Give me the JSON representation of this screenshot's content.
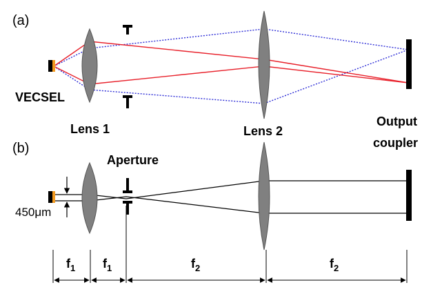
{
  "panels": {
    "a": {
      "tag": "(a)"
    },
    "b": {
      "tag": "(b)"
    }
  },
  "labels": {
    "vecsel": "VECSEL",
    "lens1": "Lens 1",
    "lens2": "Lens 2",
    "output_coupler_line1": "Output",
    "output_coupler_line2": "coupler",
    "aperture": "Aperture",
    "spot_size": "450μm"
  },
  "dimensions": {
    "segments": [
      {
        "symbol": "f",
        "subscript": "1"
      },
      {
        "symbol": "f",
        "subscript": "1"
      },
      {
        "symbol": "f",
        "subscript": "2"
      },
      {
        "symbol": "f",
        "subscript": "2"
      }
    ]
  },
  "colors": {
    "ray_red": "#e8202a",
    "ray_blue": "#2b2bd6",
    "lens_fill": "#808080",
    "gain_chip": "#f39a1f",
    "ink": "#000000"
  }
}
